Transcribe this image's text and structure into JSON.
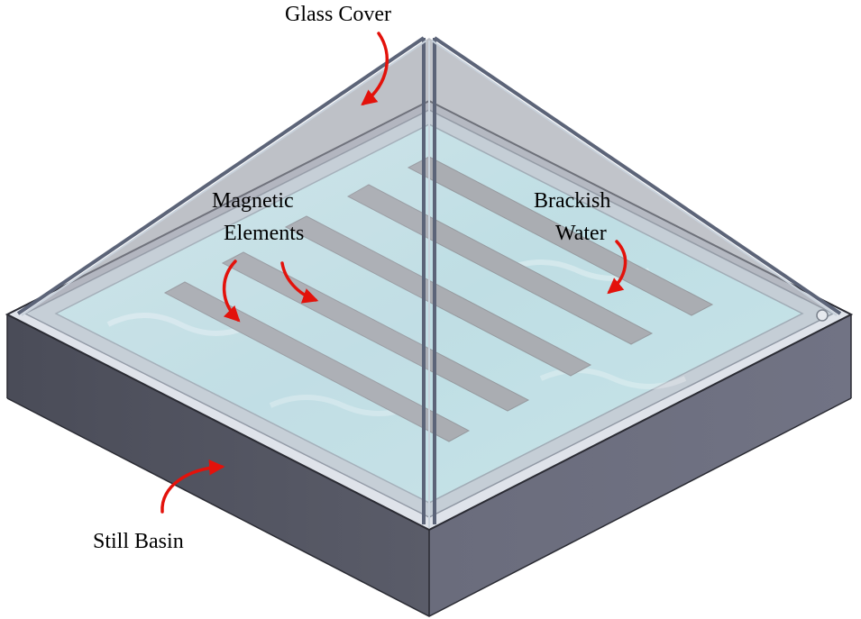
{
  "labels": {
    "glass_cover": "Glass Cover",
    "magnetic_line1": "Magnetic",
    "magnetic_line2": "Elements",
    "brackish_line1": "Brackish",
    "brackish_line2": "Water",
    "still_basin": "Still Basin"
  },
  "colors": {
    "arrow": "#e3120b",
    "basin_left": "#50525f",
    "basin_right": "#676979",
    "basin_edge": "#2a2b33",
    "water": "#bfe0e4",
    "glass": "#9fa3ab",
    "frame": "#5c6478",
    "magnetic_strip": "#a4a7ab"
  }
}
